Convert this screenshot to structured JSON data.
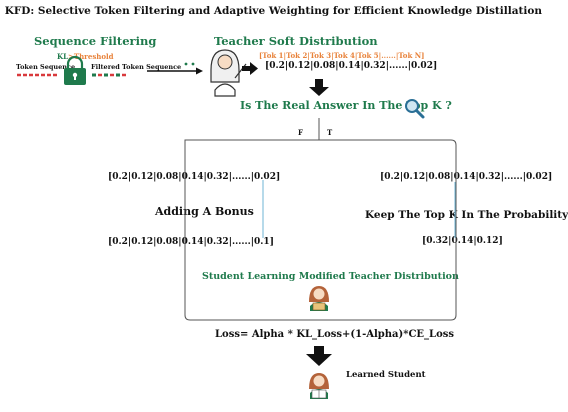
{
  "title": "KFD: Selective Token Filtering and Adaptive Weighting for Efficient Knowledge Distillation",
  "sequence_filtering": {
    "heading": "Sequence Filtering",
    "threshold_label_a": "KL",
    "threshold_label_b": ">Threshold",
    "token_sequence": "Token Sequence",
    "filtered_sequence": "Filtered Token Sequence"
  },
  "teacher": {
    "heading": "Teacher Soft Distribution",
    "tokens": "[Tok 1|Tok 2|Tok 3|Tok 4|Tok 5|......|Tok N]",
    "probs": "[0.2|0.12|0.08|0.14|0.32|......|0.02]"
  },
  "question": "Is The Real Answer In The Top K ?",
  "branch_false": "F",
  "branch_true": "T",
  "left_branch": {
    "probs_before": "[0.2|0.12|0.08|0.14|0.32|......|0.02]",
    "action": "Adding A Bonus",
    "probs_after": "[0.2|0.12|0.08|0.14|0.32|......|0.1]"
  },
  "right_branch": {
    "probs_before": "[0.2|0.12|0.08|0.14|0.32|......|0.02]",
    "action": "Keep The Top K In The Probability",
    "probs_after": "[0.32|0.14|0.12]"
  },
  "student_learning": "Student Learning Modified Teacher Distribution",
  "loss": "Loss= Alpha * KL_Loss+(1-Alpha)*CE_Loss",
  "learned_student": "Learned Student",
  "colors": {
    "green": "#1f7a4c",
    "orange": "#e8823a",
    "red": "#d9393c",
    "flow_line": "#555555",
    "connector": "#6fb6d6"
  }
}
